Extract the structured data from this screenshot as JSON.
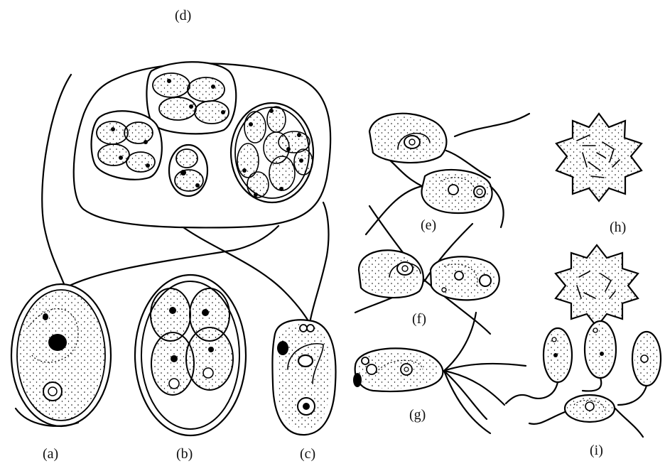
{
  "figure": {
    "panels": [
      {
        "key": "a",
        "label": "(a)"
      },
      {
        "key": "b",
        "label": "(b)"
      },
      {
        "key": "c",
        "label": "(c)"
      },
      {
        "key": "d",
        "label": "(d)"
      },
      {
        "key": "e",
        "label": "(e)"
      },
      {
        "key": "f",
        "label": "(f)"
      },
      {
        "key": "g",
        "label": "(g)"
      },
      {
        "key": "h",
        "label": "(h)"
      },
      {
        "key": "i",
        "label": "(i)"
      }
    ],
    "colors": {
      "ink": "#000000",
      "background": "#ffffff"
    }
  }
}
